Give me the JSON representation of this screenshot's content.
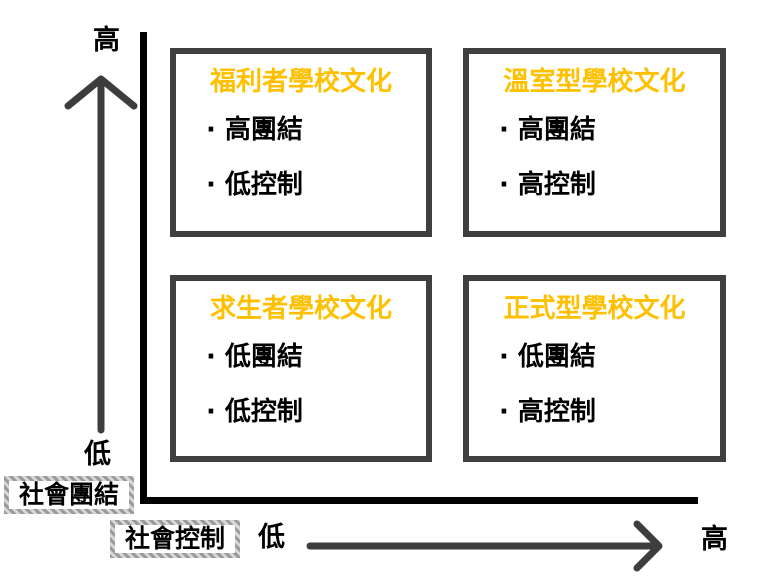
{
  "diagram": {
    "colors": {
      "quadrant_title_accent": "#FFC000",
      "quadrant_border": "#3F3F3F",
      "axis_line": "#000000",
      "arrow": "#3D3D3D",
      "axis_title_border": "#A6A6A6"
    },
    "icons": {
      "y_arrow": "up-arrow",
      "x_arrow": "right-arrow"
    },
    "y_axis": {
      "title": "社會團結",
      "high_label": "高",
      "low_label": "低"
    },
    "x_axis": {
      "title": "社會控制",
      "high_label": "高",
      "low_label": "低"
    },
    "quadrants": [
      {
        "position": "top-left",
        "title": "福利者學校文化",
        "items": [
          "· 高團結",
          "· 低控制"
        ]
      },
      {
        "position": "top-right",
        "title": "溫室型學校文化",
        "items": [
          "· 高團結",
          "· 高控制"
        ]
      },
      {
        "position": "bottom-left",
        "title": "求生者學校文化",
        "items": [
          "· 低團結",
          "· 低控制"
        ]
      },
      {
        "position": "bottom-right",
        "title": "正式型學校文化",
        "items": [
          "· 低團結",
          "· 高控制"
        ]
      }
    ]
  }
}
